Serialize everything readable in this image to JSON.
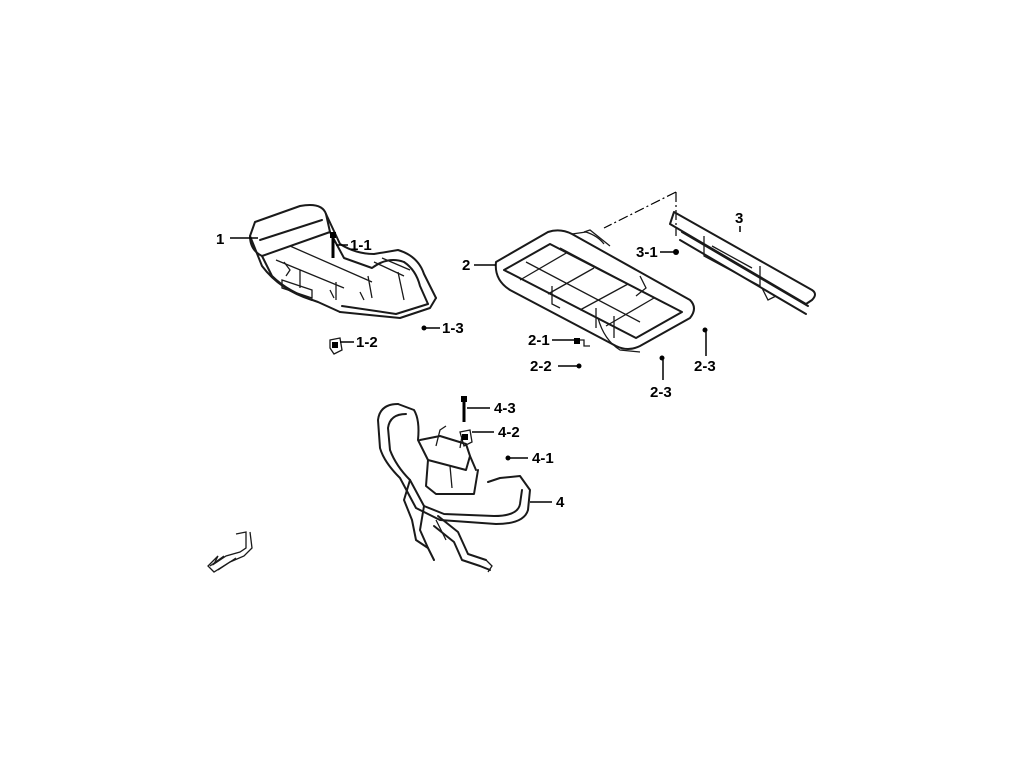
{
  "labels": {
    "p1": "1",
    "p1_1": "1-1",
    "p1_2": "1-2",
    "p1_3": "1-3",
    "p2": "2",
    "p2_1": "2-1",
    "p2_2": "2-2",
    "p2_3a": "2-3",
    "p2_3b": "2-3",
    "p3": "3",
    "p3_1": "3-1",
    "p4": "4",
    "p4_1": "4-1",
    "p4_2": "4-2",
    "p4_3": "4-3"
  },
  "colors": {
    "line": "#1a1a1a",
    "background": "#ffffff"
  },
  "icons": {
    "direction_marker": "front-arrow-icon"
  }
}
